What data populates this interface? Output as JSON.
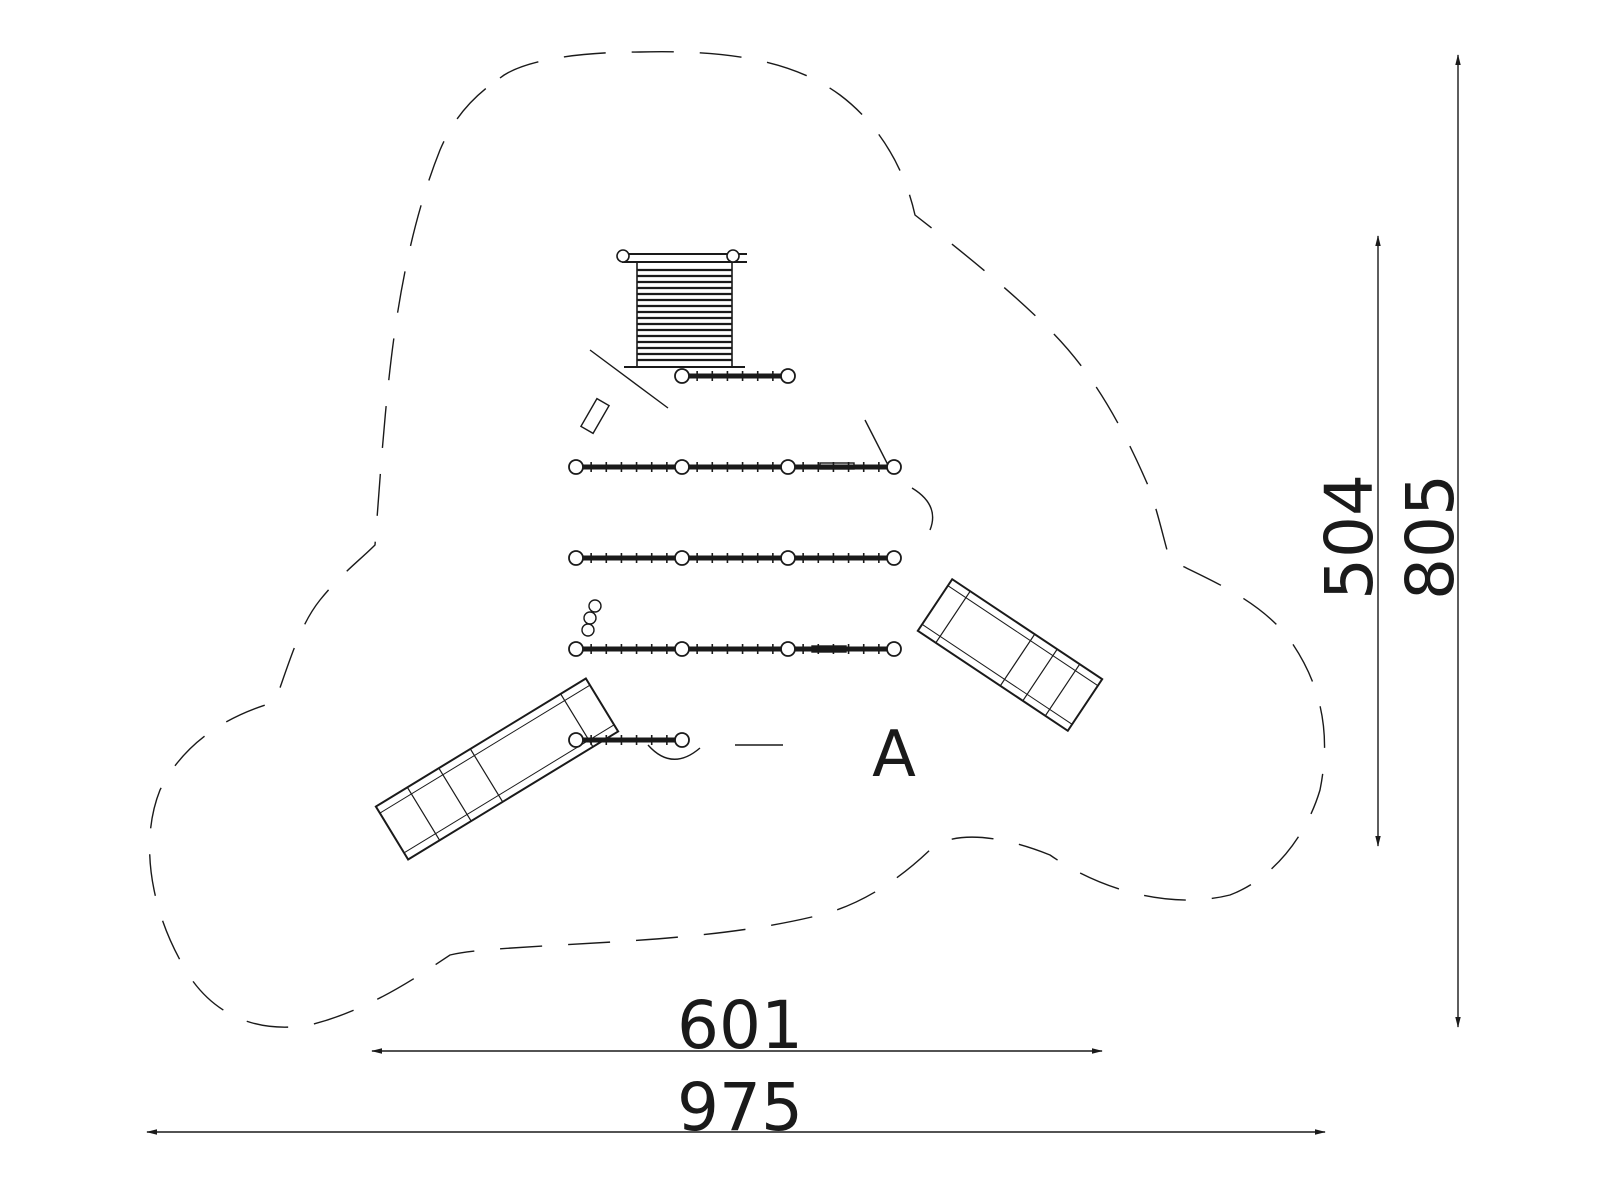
{
  "drawing": {
    "zone_label": "A",
    "dimensions": {
      "width_inner": "601",
      "width_outer": "975",
      "height_inner": "504",
      "height_outer": "805"
    }
  },
  "colors": {
    "ink": "#1a1a1a",
    "background": "#ffffff"
  }
}
